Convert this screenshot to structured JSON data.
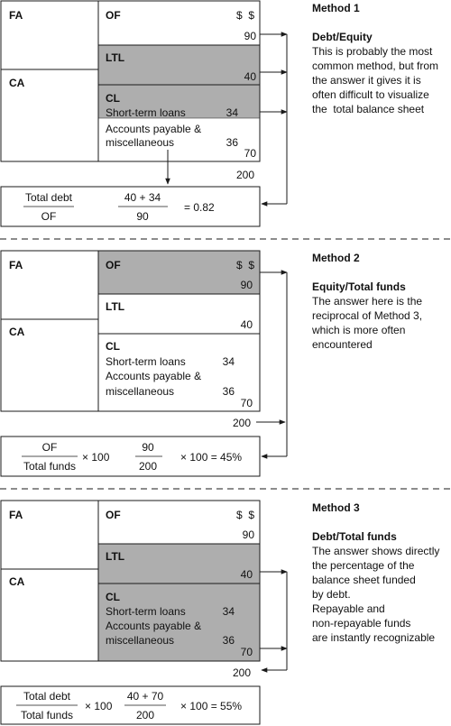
{
  "method1": {
    "heading": "Method 1",
    "subtitle": "Debt/Equity",
    "desc": [
      "This is probably the most",
      "common method, but from",
      "the answer it gives it is",
      "often difficult to visualize",
      "the  total balance sheet"
    ],
    "fa": "FA",
    "ca": "CA",
    "of": "OF",
    "currency": "$  $",
    "of_value": "90",
    "ltl": "LTL",
    "ltl_value": "40",
    "cl": "CL",
    "stl_label": "Short-term loans",
    "stl_value": "34",
    "ap_label1": "Accounts payable &",
    "ap_label2": "miscellaneous",
    "ap_value": "36",
    "cl_total": "70",
    "grand_total": "200",
    "formula": {
      "num": "Total debt",
      "den": "OF",
      "calc_num": "40 + 34",
      "calc_den": "90",
      "result": "= 0.82"
    }
  },
  "method2": {
    "heading": "Method 2",
    "subtitle": "Equity/Total funds",
    "desc": [
      "The answer here is the",
      "reciprocal of Method 3,",
      "which is more often",
      "encountered"
    ],
    "fa": "FA",
    "ca": "CA",
    "of": "OF",
    "currency": "$  $",
    "of_value": "90",
    "ltl": "LTL",
    "ltl_value": "40",
    "cl": "CL",
    "stl_label": "Short-term loans",
    "stl_value": "34",
    "ap_label1": "Accounts payable &",
    "ap_label2": "miscellaneous",
    "ap_value": "36",
    "cl_total": "70",
    "grand_total": "200",
    "formula": {
      "num": "OF",
      "den": "Total funds",
      "mult": "× 100",
      "calc_num": "90",
      "calc_den": "200",
      "result": "× 100 = 45%"
    }
  },
  "method3": {
    "heading": "Method 3",
    "subtitle": "Debt/Total funds",
    "desc": [
      "The answer shows directly",
      "the percentage of the",
      "balance sheet funded",
      "by debt.",
      "Repayable and",
      "non-repayable funds",
      "are instantly recognizable"
    ],
    "fa": "FA",
    "ca": "CA",
    "of": "OF",
    "currency": "$  $",
    "of_value": "90",
    "ltl": "LTL",
    "ltl_value": "40",
    "cl": "CL",
    "stl_label": "Short-term loans",
    "stl_value": "34",
    "ap_label1": "Accounts payable &",
    "ap_label2": "miscellaneous",
    "ap_value": "36",
    "cl_total": "70",
    "grand_total": "200",
    "formula": {
      "num": "Total debt",
      "den": "Total funds",
      "mult": "× 100",
      "calc_num": "40 + 70",
      "calc_den": "200",
      "result": "× 100 = 55%"
    }
  },
  "colors": {
    "shade": "#aeaeae",
    "line": "#1a1a1a"
  }
}
